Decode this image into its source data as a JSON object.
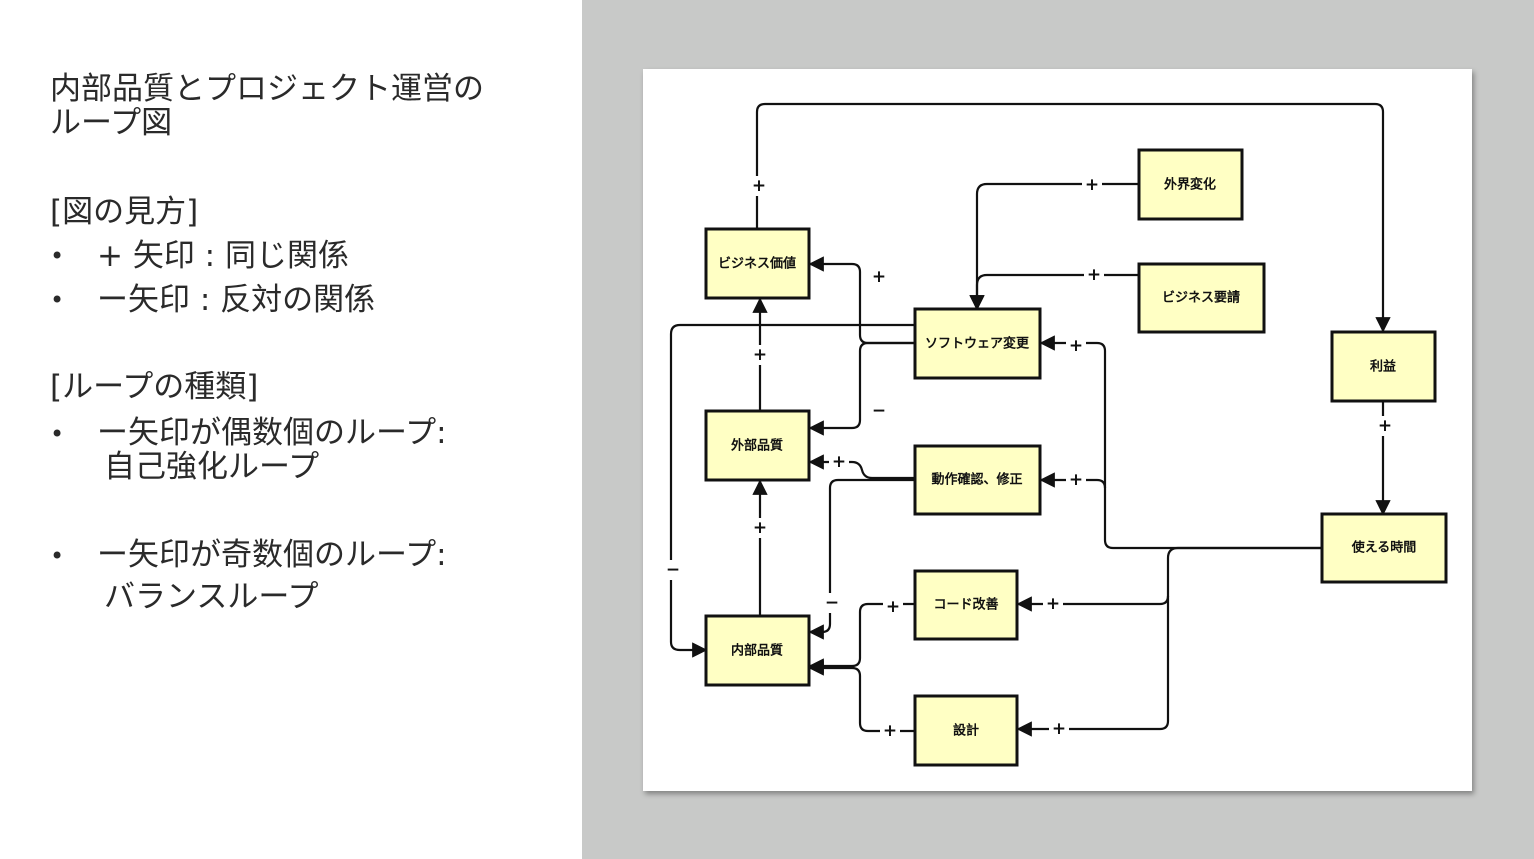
{
  "slide": {
    "title_line1": "内部品質とプロジェクト運営の",
    "title_line2": "ループ図",
    "legend_heading": "[図の見方]",
    "legend_items": [
      "+ 矢印 : 同じ関係",
      "ー矢印 : 反対の関係"
    ],
    "types_heading": "[ループの種類]",
    "type1_line1": "ー矢印が偶数個のループ:",
    "type1_line2": "自己強化ループ",
    "type2_line1": "ー矢印が奇数個のループ:",
    "type2_line2": "バランスループ",
    "bullet_char": "•"
  },
  "diagram": {
    "nodes": {
      "business_value": "ビジネス価値",
      "external_change": "外界変化",
      "business_request": "ビジネス要請",
      "software_change": "ソフトウェア変更",
      "profit": "利益",
      "external_quality": "外部品質",
      "verify_fix": "動作確認、修正",
      "usable_time": "使える時間",
      "code_improve": "コード改善",
      "internal_quality": "内部品質",
      "design": "設計"
    },
    "signs": {
      "plus": "+",
      "minus": "−"
    }
  },
  "colors": {
    "node_fill": "#ffffc4",
    "panel_bg": "#c8c9c8"
  }
}
